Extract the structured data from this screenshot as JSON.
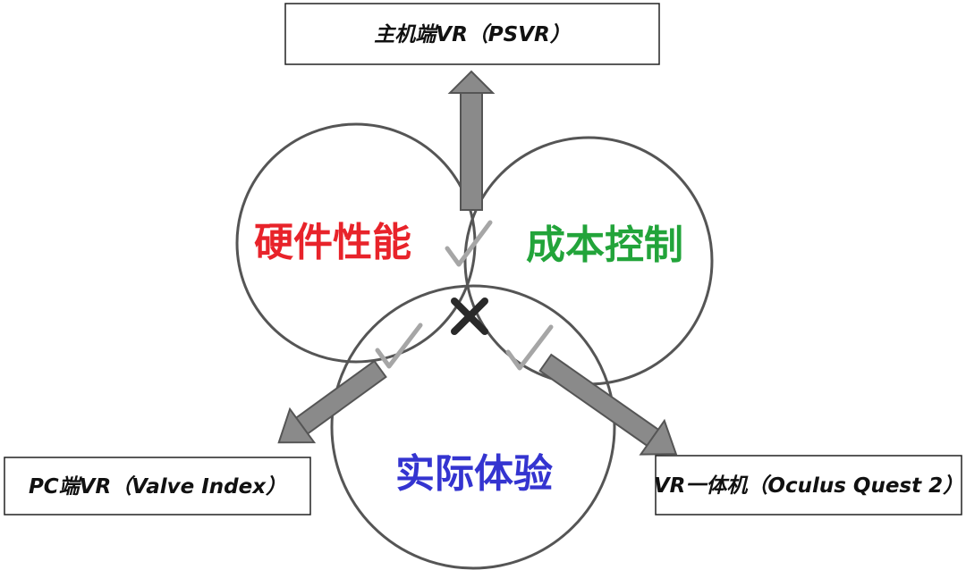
{
  "labels": {
    "performance": "硬件性能",
    "cost": "成本控制",
    "experience": "实际体验"
  },
  "products": {
    "console": "主机端VR（PSVR）",
    "pc": "PC端VR（Valve Index）",
    "standalone": "VR一体机（Oculus Quest 2）"
  },
  "colors": {
    "performance": "#e8232a",
    "cost": "#22a43a",
    "experience": "#3434d0",
    "circle_stroke": "#555555",
    "arrow_fill": "#8a8a8a",
    "check": "#a6a6a6",
    "cross": "#2a2a2a"
  },
  "marks": {
    "performance_cost": "check",
    "performance_experience": "check",
    "cost_experience": "check",
    "center": "cross"
  }
}
